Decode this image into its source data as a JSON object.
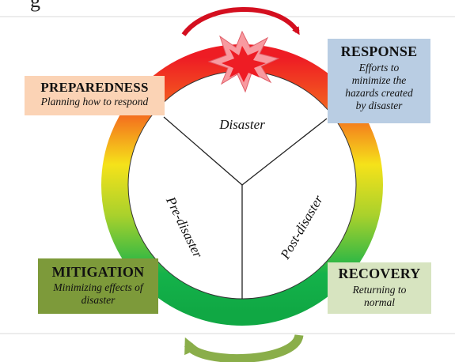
{
  "header_fragment": "g",
  "wedges": {
    "disaster": "Disaster",
    "pre": "Pre-disaster",
    "post": "Post-disaster"
  },
  "phases": {
    "preparedness": {
      "title": "PREPAREDNESS",
      "desc": "Planning how to respond",
      "color": "#fbd3b5"
    },
    "response": {
      "title": "RESPONSE",
      "desc": [
        "Efforts to",
        "minimize the",
        "hazards created",
        "by disaster"
      ],
      "color": "#b9cde3"
    },
    "mitigation": {
      "title": "MITIGATION",
      "desc": [
        "Minimizing effects of",
        "disaster"
      ],
      "color": "#7d9a3a"
    },
    "recovery": {
      "title": "RECOVERY",
      "desc": [
        "Returning to",
        "normal"
      ],
      "color": "#d7e4c0"
    }
  },
  "ring_colors": {
    "top": "#ee1c24",
    "middle": "#f5e21a",
    "bottom": "#14b24a"
  },
  "arrows": {
    "top_color": "#d40f1f",
    "bottom_color": "#8aae4a"
  }
}
